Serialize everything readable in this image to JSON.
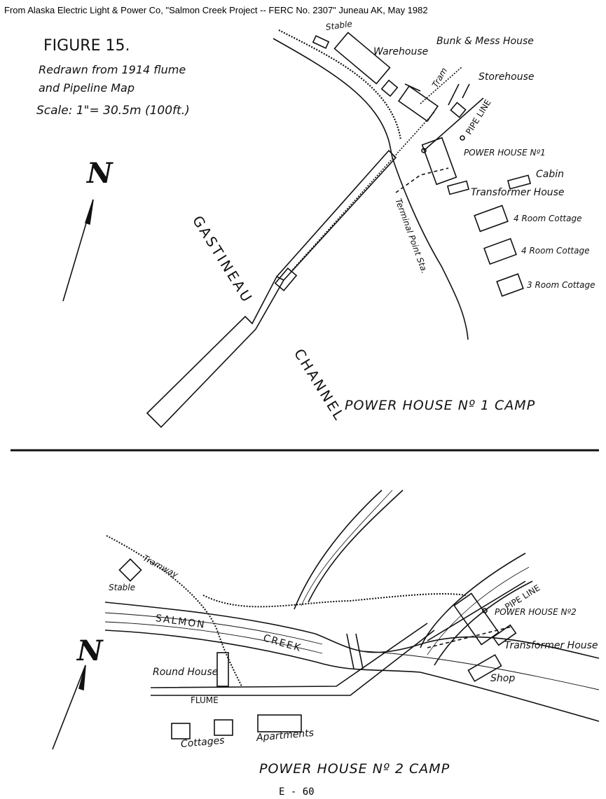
{
  "caption": "From Alaska Electric Light & Power Co, \"Salmon Creek Project -- FERC No. 2307\" Juneau AK, May 1982",
  "figure": {
    "title": "FIGURE 15.",
    "note_line1": "Redrawn from 1914 flume",
    "note_line2": "and Pipeline Map",
    "scale": "Scale: 1\"= 30.5m (100ft.)"
  },
  "north_label": "N",
  "camp1": {
    "title": "POWER HOUSE Nº 1 CAMP",
    "water_label_1": "GASTINEAU",
    "water_label_2": "CHANNEL",
    "labels": {
      "stable": "Stable",
      "warehouse": "Warehouse",
      "bunk": "Bunk & Mess House",
      "tram": "Tram",
      "storehouse": "Storehouse",
      "pipeline": "PIPE LINE",
      "powerhouse": "POWER HOUSE Nº1",
      "cabin": "Cabin",
      "transformer": "Transformer House",
      "terminal": "Terminal Point Sta.",
      "cottage1": "4 Room Cottage",
      "cottage2": "4 Room Cottage",
      "cottage3": "3 Room Cottage"
    }
  },
  "camp2": {
    "title": "POWER HOUSE Nº 2 CAMP",
    "labels": {
      "tramway": "Tramway",
      "stable": "Stable",
      "salmon": "SALMON",
      "creek": "CREEK",
      "pipeline": "PIPE LINE",
      "powerhouse": "POWER HOUSE Nº2",
      "transformer": "Transformer House",
      "shop": "Shop",
      "roundhouse": "Round House",
      "flume": "FLUME",
      "cottages": "Cottages",
      "apartments": "Apartments"
    }
  },
  "page_number": "E - 60"
}
